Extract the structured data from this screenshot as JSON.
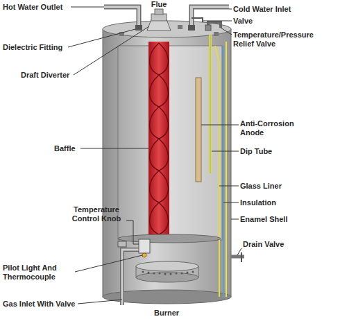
{
  "diagram": {
    "labels": [
      "Hot Water Outlet",
      "Flue",
      "Cold Water Inlet",
      "Valve",
      "Temperature/Pressure Relief Valve",
      "Dielectric Fitting",
      "Draft Diverter",
      "Anti-Corrosion Anode",
      "Baffle",
      "Dip Tube",
      "Glass Liner",
      "Insulation",
      "Temperature Control Knob",
      "Enamel Shell",
      "Drain Valve",
      "Pilot Light And Thermocouple",
      "Gas Inlet With Valve",
      "Burner"
    ]
  }
}
